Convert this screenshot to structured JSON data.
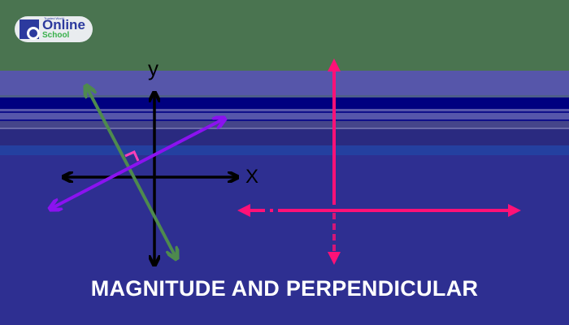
{
  "logo": {
    "brand_top": "Online",
    "brand_bottom": "School",
    "tagline": "Trusted World"
  },
  "diagram": {
    "left_axis_labels": {
      "x": "X",
      "y": "y"
    },
    "title": "MAGNITUDE AND PERPENDICULAR"
  },
  "colors": {
    "header_green": "#4a7450",
    "band_light": "#5656aa",
    "band_dark": "#000080",
    "main_bg": "#2e2f91",
    "green_vector": "#4e8a4e",
    "purple_vector": "#8b12f0",
    "pink_vector": "#ff1177",
    "right_angle": "#ff3fb8"
  }
}
